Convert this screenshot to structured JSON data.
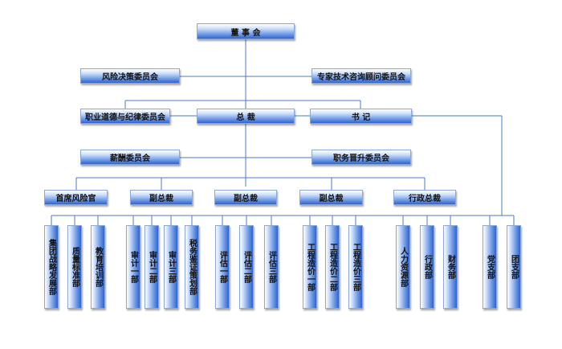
{
  "top": {
    "board": "董  事  会"
  },
  "committees": {
    "risk": "风险决策委员会",
    "expert": "专家技术咨询顾问委员会",
    "ethics": "职业道德与纪律委员会",
    "salary": "薪酬委员会",
    "promotion": "职务晋升委员会"
  },
  "executives": {
    "president": "总          裁",
    "secretary": "书     记"
  },
  "officers": {
    "chief_risk": "首席风险官",
    "vp1": "副总裁",
    "vp2": "副总裁",
    "vp3": "副总裁",
    "admin_vp": "行政总裁"
  },
  "departments": {
    "group_strategy": "集团战略发展部",
    "quality": "质量标准部",
    "training": "教育培训部",
    "audit1": "审计一部",
    "audit2": "审计二部",
    "audit3": "审计三部",
    "tax": "税务鉴证策划部",
    "eval1": "评估一部",
    "eval2": "评估二部",
    "eval3": "评估三部",
    "cost1": "工程造价一部",
    "cost2": "工程造价二部",
    "cost3": "工程造价三部",
    "hr": "人力资源部",
    "admin": "行政部",
    "finance": "财务部",
    "party": "党支部",
    "youth": "团支部"
  }
}
